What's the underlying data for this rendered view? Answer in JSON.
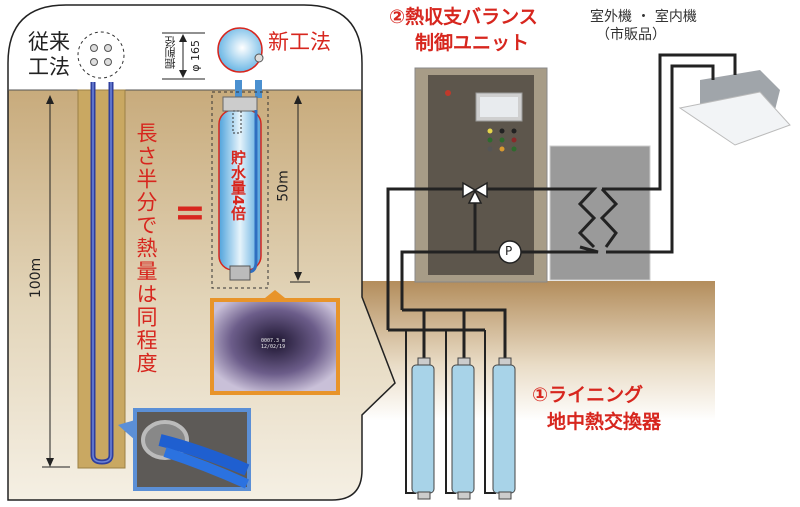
{
  "left_panel": {
    "conventional_method": [
      "従来",
      "工法"
    ],
    "new_method": "新工法",
    "bore_diameter_label": "掘削径",
    "bore_diameter_value": "φ 165",
    "depth_conventional": "100m",
    "depth_new": "50m",
    "comparison_text": "長さ半分で熱量は同程度",
    "equals": "=",
    "storage_text": "貯水量4倍",
    "camera_readout": [
      "0007.3 m",
      "12/02/19"
    ]
  },
  "right_panel": {
    "control_unit_title": [
      "②熱収支バランス",
      "制御ユニット"
    ],
    "ac_unit_label": [
      "室外機 ・ 室内機",
      "（市販品）"
    ],
    "pump_label": "P",
    "exchanger_title": [
      "①ライニング",
      "地中熱交換器"
    ]
  },
  "colors": {
    "accent_red": "#d7261e",
    "ground": "#c4a57a",
    "tube_blue": "#a8d3e8",
    "pipe_blue": "#2f3f9e",
    "photo_frame": "#e8942a"
  }
}
